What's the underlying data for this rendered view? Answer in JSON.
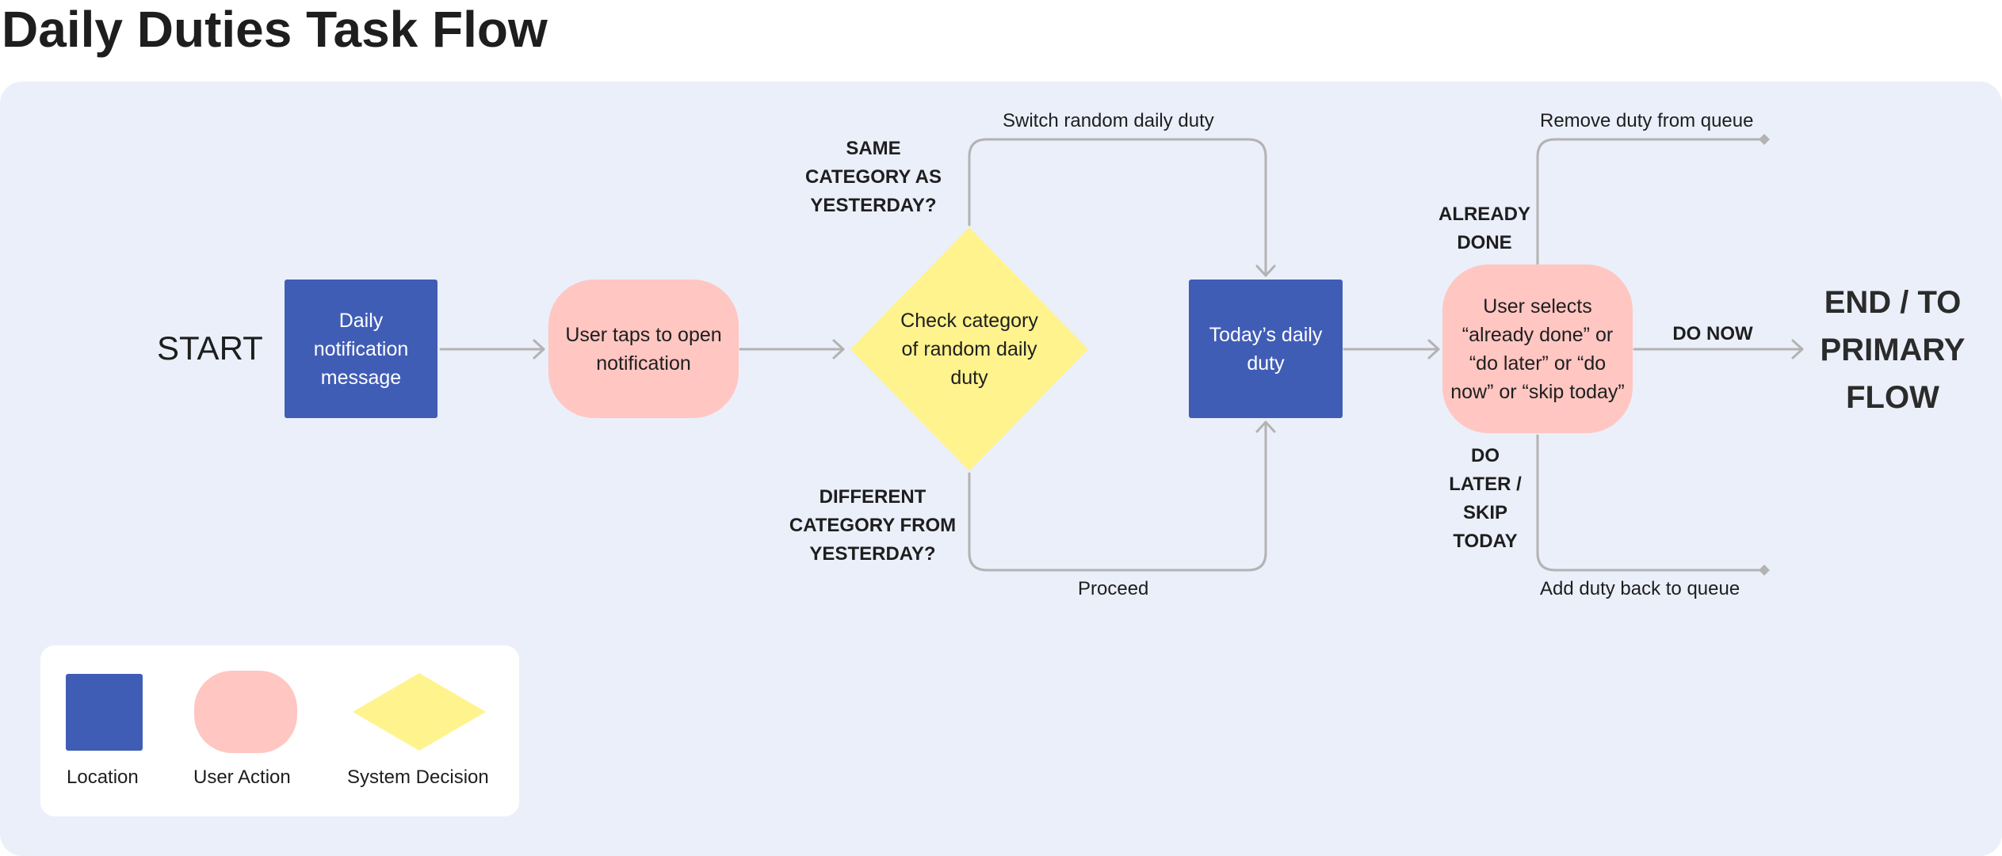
{
  "title": "Daily Duties Task Flow",
  "terminals": {
    "start": "START",
    "end_lines": [
      "END / TO",
      "PRIMARY",
      "FLOW"
    ]
  },
  "nodes": {
    "notification": "Daily notification message",
    "user_taps": "User taps to open notification",
    "check_category": "Check category of random daily duty",
    "todays_duty": "Today’s daily duty",
    "user_selects": "User selects “already done” or “do later” or “do now” or “skip today”"
  },
  "conditions": {
    "same_category": "SAME CATEGORY AS YESTERDAY?",
    "different_category": "DIFFERENT CATEGORY FROM YESTERDAY?",
    "already_done": "ALREADY DONE",
    "do_later_skip": "DO LATER / SKIP TODAY",
    "do_now": "DO NOW"
  },
  "edges": {
    "switch_duty": "Switch random daily duty",
    "proceed": "Proceed",
    "remove_duty": "Remove duty from queue",
    "add_duty_back": "Add duty back to queue"
  },
  "legend": {
    "location": "Location",
    "user_action": "User Action",
    "system_decision": "System Decision"
  },
  "colors": {
    "location": "#405db6",
    "user_action": "#ffc6c2",
    "system_decision": "#fff38e",
    "connector": "#b3b3b3",
    "board": "#ebeffa"
  }
}
